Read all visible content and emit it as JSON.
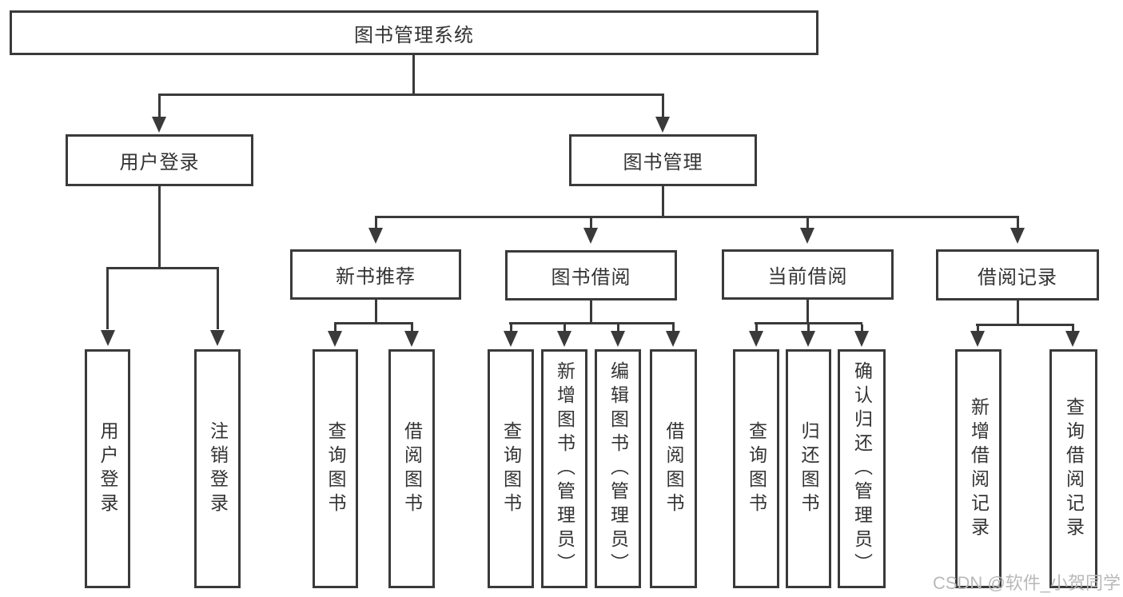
{
  "diagram": {
    "tree": {
      "root": {
        "label": "图书管理系统"
      },
      "branches": [
        {
          "label": "用户登录",
          "leaves": [
            "用户登录",
            "注销登录"
          ]
        },
        {
          "label": "图书管理",
          "groups": [
            {
              "label": "新书推荐",
              "leaves": [
                "查询图书",
                "借阅图书"
              ]
            },
            {
              "label": "图书借阅",
              "leaves": [
                "查询图书",
                "新增图书（管理员）",
                "编辑图书（管理员）",
                "借阅图书"
              ]
            },
            {
              "label": "当前借阅",
              "leaves": [
                "查询图书",
                "归还图书",
                "确认归还（管理员）"
              ]
            },
            {
              "label": "借阅记录",
              "leaves": [
                "新增借阅记录",
                "查询借阅记录"
              ]
            }
          ]
        }
      ]
    },
    "colors": {
      "line": "#3a3a3a",
      "text": "#333333",
      "background": "#ffffff",
      "watermark": "#b9b9b9"
    }
  },
  "watermark": {
    "text": "CSDN @软件_小贺同学"
  }
}
